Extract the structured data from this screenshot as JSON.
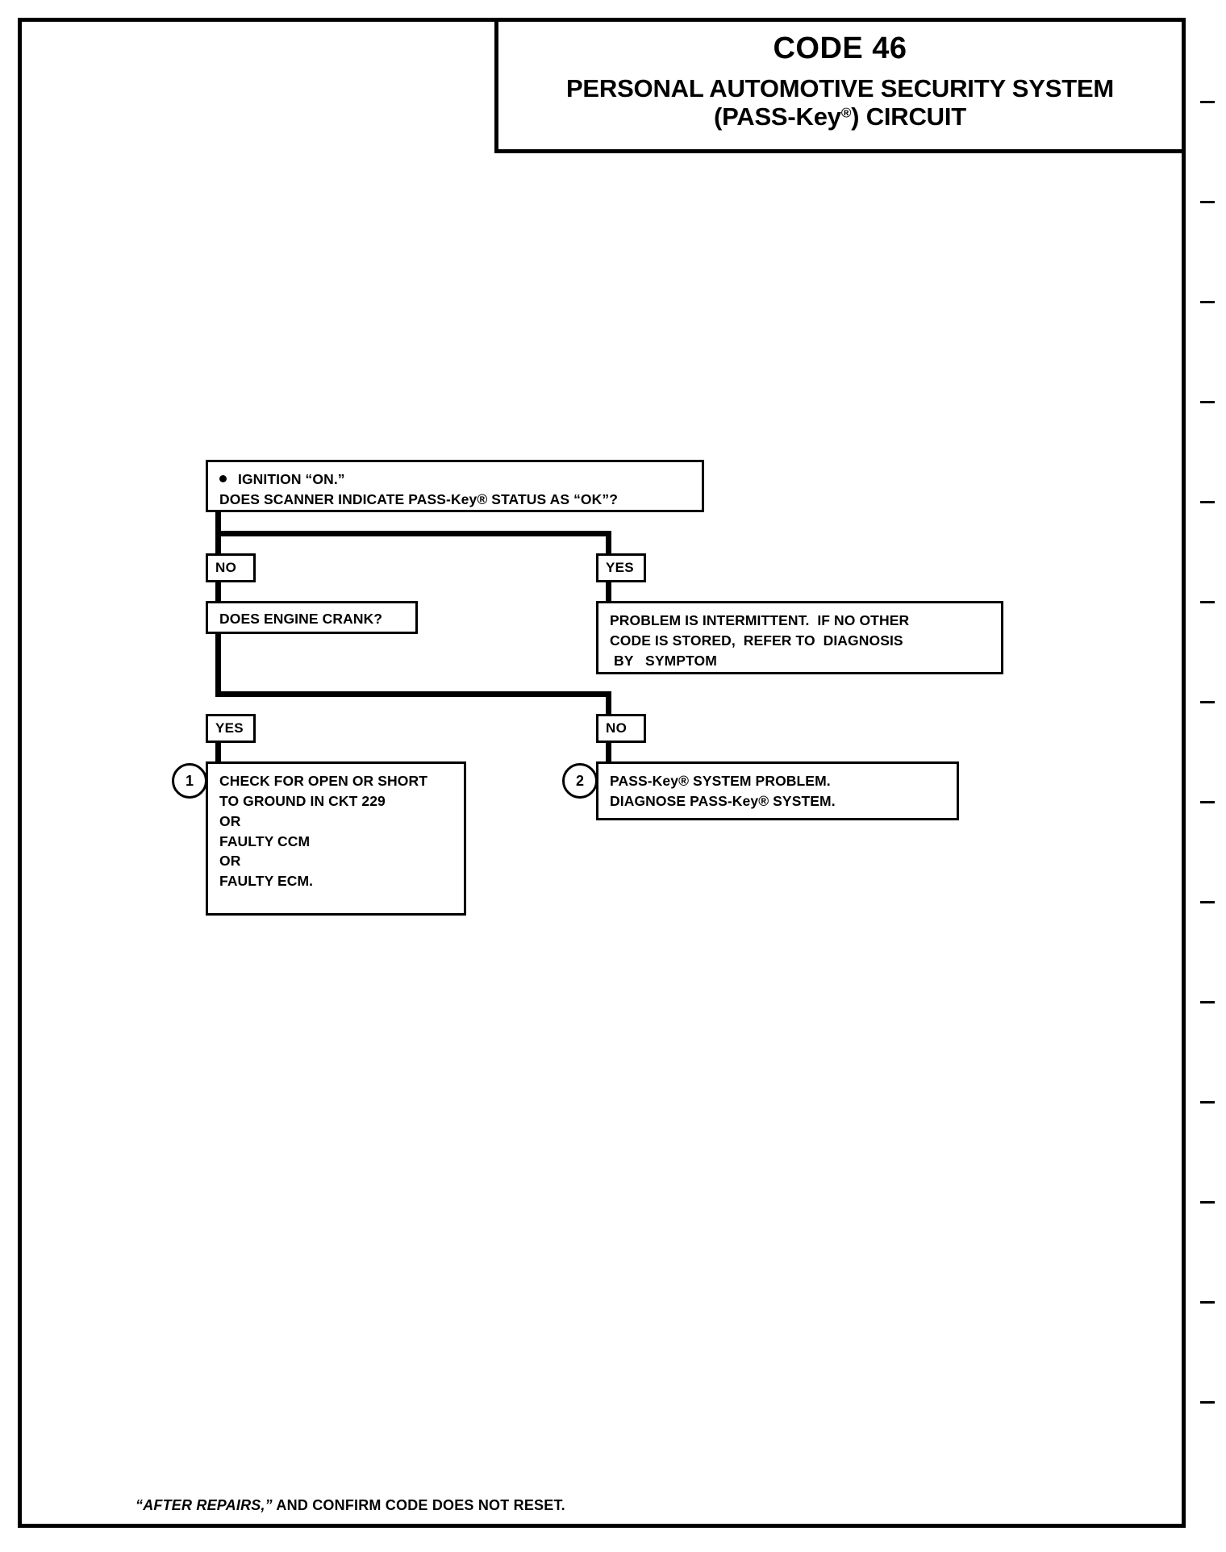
{
  "title_block": {
    "code": "CODE 46",
    "line1": "PERSONAL AUTOMOTIVE SECURITY SYSTEM",
    "line2_pre": "(PASS-Key",
    "line2_reg": "®",
    "line2_post": ") CIRCUIT"
  },
  "flowchart": {
    "start_box": {
      "bullet_line": "IGNITION “ON.”",
      "question_line": "DOES SCANNER INDICATE PASS-Key® STATUS AS “OK”?"
    },
    "branch1_no_label": "NO",
    "branch1_yes_label": "YES",
    "crank_box": "DOES ENGINE CRANK?",
    "intermittent_box": {
      "line1": "PROBLEM IS INTERMITTENT.  IF NO OTHER",
      "line2": "CODE IS STORED,  REFER TO  DIAGNOSIS",
      "line3": " BY   SYMPTOM"
    },
    "branch2_yes_label": "YES",
    "branch2_no_label": "NO",
    "callout_1": "1",
    "callout_2": "2",
    "check_box": {
      "line1": "CHECK FOR OPEN OR SHORT",
      "line2": "TO GROUND IN CKT 229",
      "line3": "OR",
      "line4": "FAULTY CCM",
      "line5": "OR",
      "line6": "FAULTY ECM."
    },
    "passkey_box": {
      "line1": "PASS-Key® SYSTEM PROBLEM.",
      "line2": "DIAGNOSE PASS-Key® SYSTEM."
    }
  },
  "footer": {
    "italic_part": "“AFTER REPAIRS,”",
    "rest_part": " AND CONFIRM CODE DOES NOT  RESET."
  },
  "colors": {
    "ink": "#000000",
    "paper": "#ffffff"
  }
}
